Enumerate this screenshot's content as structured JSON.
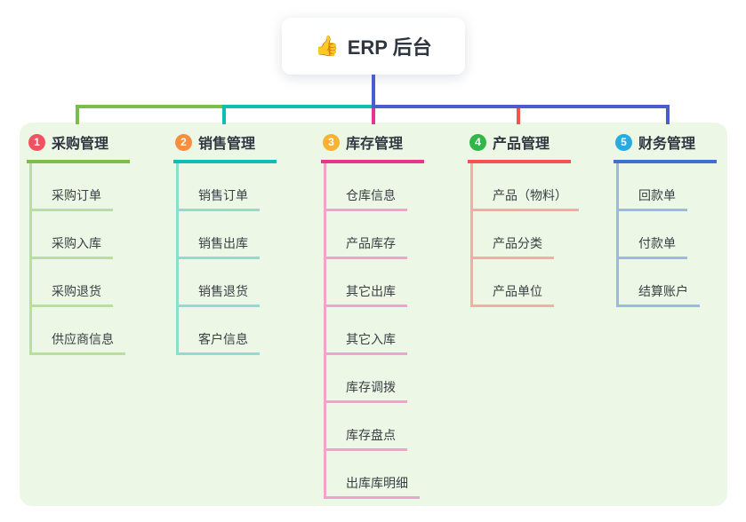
{
  "root": {
    "icon": "👍",
    "title": "ERP 后台"
  },
  "colors": {
    "panel_bg": "#ecf7e6",
    "trunk": "#4a5cd1",
    "bus_left": "#7cbd49",
    "bus_mid": "#10bdb2",
    "bus_right": "#4a5cd1"
  },
  "branches": [
    {
      "index": "1",
      "label": "采购管理",
      "badge_color": "#f0525f",
      "line_color": "#7cbd49",
      "child_line_color": "#b9dfa0",
      "children": [
        "采购订单",
        "采购入库",
        "采购退货",
        "供应商信息"
      ]
    },
    {
      "index": "2",
      "label": "销售管理",
      "badge_color": "#f98e3e",
      "line_color": "#10bdb2",
      "child_line_color": "#8fdcd3",
      "children": [
        "销售订单",
        "销售出库",
        "销售退货",
        "客户信息"
      ]
    },
    {
      "index": "3",
      "label": "库存管理",
      "badge_color": "#f9b231",
      "line_color": "#e5368e",
      "child_line_color": "#f2a2cb",
      "children": [
        "仓库信息",
        "产品库存",
        "其它出库",
        "其它入库",
        "库存调拨",
        "库存盘点",
        "出库库明细"
      ]
    },
    {
      "index": "4",
      "label": "产品管理",
      "badge_color": "#33b54a",
      "line_color": "#f5534d",
      "child_line_color": "#f8aba4",
      "children": [
        "产品（物料）",
        "产品分类",
        "产品单位"
      ]
    },
    {
      "index": "5",
      "label": "财务管理",
      "badge_color": "#2baae0",
      "line_color": "#3f6ed4",
      "child_line_color": "#9db8e8",
      "children": [
        "回款单",
        "付款单",
        "结算账户"
      ]
    }
  ]
}
